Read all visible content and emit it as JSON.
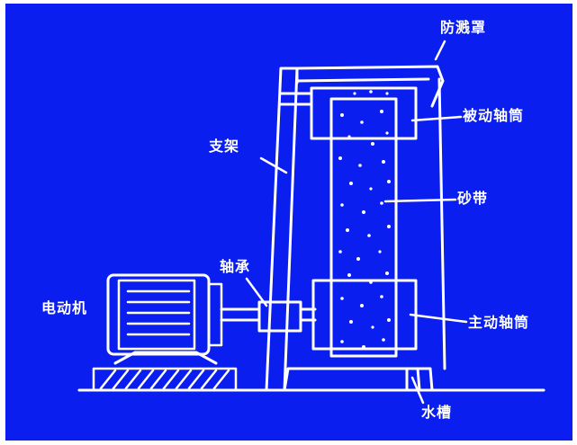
{
  "colors": {
    "background": "#0a1ef0",
    "stroke": "#ffffff"
  },
  "labels": {
    "guard": "防溅罩",
    "driven_drum": "被动轴筒",
    "bracket": "支架",
    "sand_belt": "砂带",
    "bearing": "轴承",
    "motor": "电动机",
    "driving_drum": "主动轴筒",
    "water_tank": "水槽"
  }
}
